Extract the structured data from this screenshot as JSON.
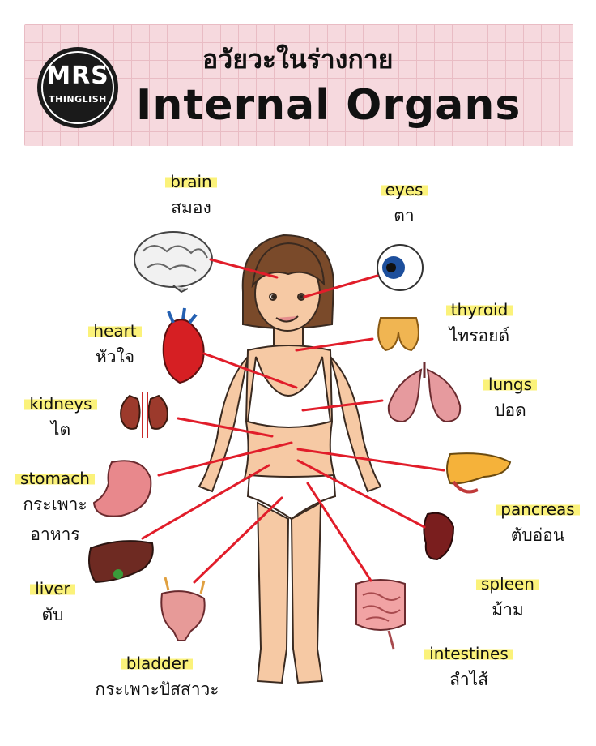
{
  "logo": {
    "line1": "MRS",
    "line2": "THINGLISH"
  },
  "title": {
    "thai": "อวัยวะในร่างกาย",
    "english": "Internal Organs"
  },
  "labels": {
    "brain": {
      "en": "brain",
      "th": "สมอง"
    },
    "eyes": {
      "en": "eyes",
      "th": "ตา"
    },
    "thyroid": {
      "en": "thyroid",
      "th": "ไทรอยด์"
    },
    "heart": {
      "en": "heart",
      "th": "หัวใจ"
    },
    "lungs": {
      "en": "lungs",
      "th": "ปอด"
    },
    "kidneys": {
      "en": "kidneys",
      "th": "ไต"
    },
    "stomach": {
      "en": "stomach",
      "th": "กระเพาะ",
      "th2": "อาหาร"
    },
    "pancreas": {
      "en": "pancreas",
      "th": "ตับอ่อน"
    },
    "liver": {
      "en": "liver",
      "th": "ตับ"
    },
    "spleen": {
      "en": "spleen",
      "th": "ม้าม"
    },
    "bladder": {
      "en": "bladder",
      "th": "กระเพาะปัสสาวะ"
    },
    "intestines": {
      "en": "intestines",
      "th": "ลำไส้"
    }
  },
  "colors": {
    "header_bg": "#f6d9de",
    "highlight": "#fbf27a",
    "pointer": "#e11d2a",
    "skin": "#f6c9a4",
    "hair": "#7a4a2a"
  }
}
